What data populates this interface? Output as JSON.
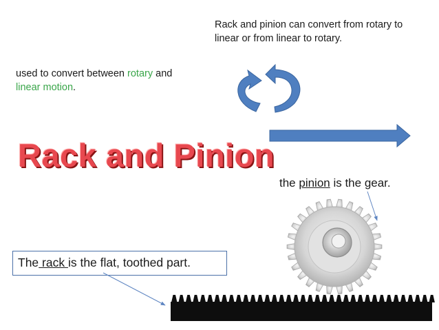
{
  "slide": {
    "top_note": "Rack and pinion can convert from rotary to linear or from linear to rotary.",
    "used_note": {
      "prefix": "used to convert between ",
      "rotary": "rotary",
      "and": " and",
      "linear": "linear motion",
      "suffix": "."
    },
    "title": "Rack and Pinion",
    "pinion_note": {
      "prefix": "the ",
      "word": "pinion",
      "suffix": " is the gear."
    },
    "rack_note": {
      "prefix": "The",
      "word": " rack ",
      "suffix": "is the flat, toothed part."
    }
  },
  "colors": {
    "arrow_blue": "#4f7fc0",
    "title_red": "#e8484f",
    "green_text": "#3aa64a"
  },
  "icons": [
    "rotary-arrows-icon",
    "linear-arrow-icon",
    "gear-icon",
    "rack-icon"
  ]
}
